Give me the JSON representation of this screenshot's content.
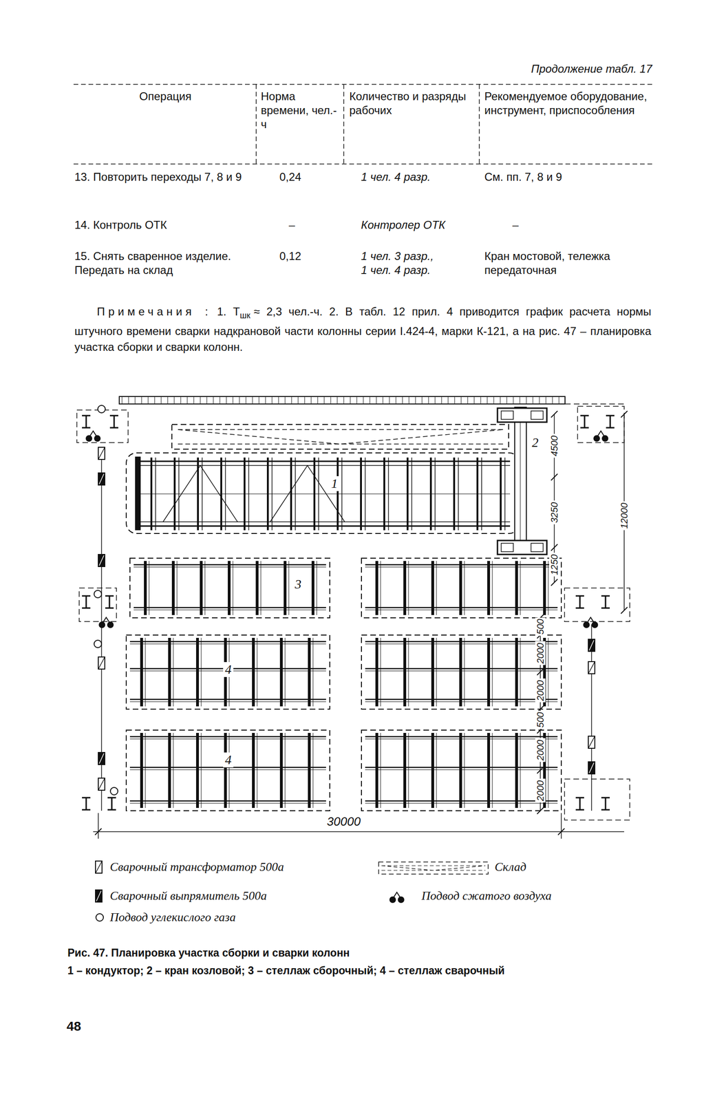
{
  "diagram": {
    "caption": "Рис. 47. Планировка участка сборки и сварки колонн",
    "nodes": [
      {
        "text": [
          "1"
        ]
      },
      {
        "text": [
          "2"
        ]
      },
      {
        "text": [
          "3"
        ]
      },
      {
        "text": [
          "4"
        ]
      },
      {
        "text": [
          "4"
        ]
      }
    ],
    "labels": [
      "Продолжение табл. 17",
      "Операция",
      "Норма времени, чел.-ч",
      "Количество и разряды рабочих",
      "Рекомендуемое оборудование, инструмент, приспособления",
      "13. Повторить переходы 7, 8 и 9",
      "0,24",
      "1 чел. 4 разр.",
      "См. пп. 7, 8 и 9",
      "14. Контроль ОТК",
      "–",
      "Контролер ОТК",
      "–",
      "15. Снять сваренное изделие. Передать на склад",
      "0,12",
      "1 чел. 3 разр.,",
      "1 чел. 4 разр.",
      "Кран мостовой, тележка передаточная",
      "Примечания :",
      "1. Т",
      "шк",
      "≈ 2,3 чел.-ч. 2. В табл. 12 прил. 4 приводится график расчета нормы штучного времени сварки надкрановой части колонны серии I.424-4, марки К-121, а на рис. 47 – планировка участка сборки и сварки колонн.",
      "4500",
      "3250",
      "1250",
      "12000",
      "500",
      "2000",
      "2000",
      "500",
      "2000",
      "2000",
      "30000",
      "1 – кондуктор; 2 – кран козловой; 3 – стеллаж сборочный; 4 – стеллаж сварочный",
      "48"
    ],
    "legend": [
      {
        "text": "Сварочный трансформатор 500а"
      },
      {
        "text": "Склад"
      },
      {
        "text": "Сварочный выпрямитель 500а"
      },
      {
        "text": "Подвод сжатого воздуха"
      },
      {
        "text": "Подвод углекислого газа"
      }
    ]
  }
}
